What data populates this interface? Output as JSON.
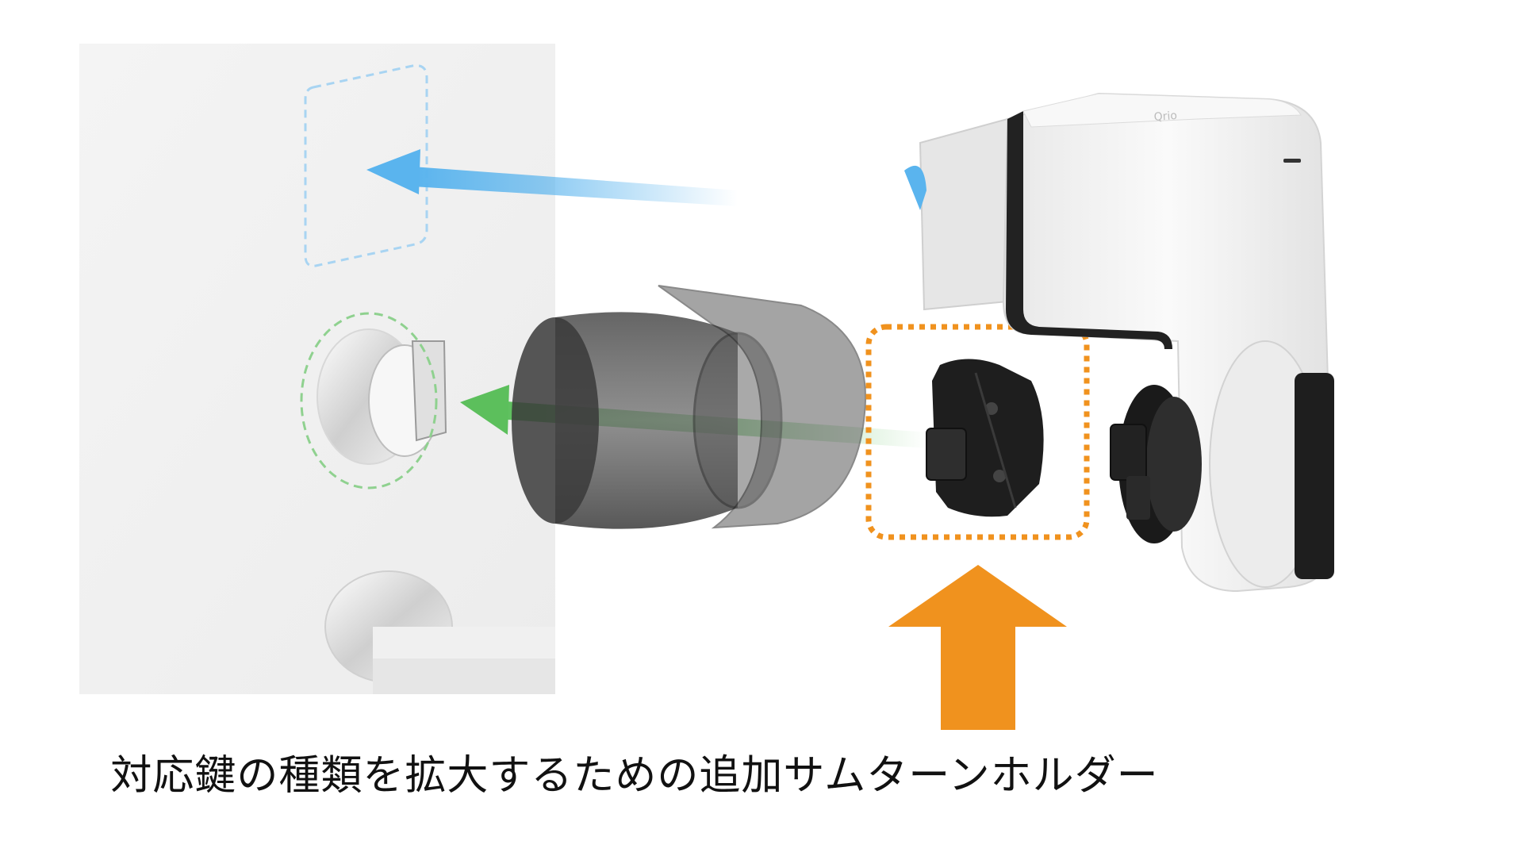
{
  "caption": "対応鍵の種類を拡大するための追加サムターンホルダー",
  "device": {
    "brand_label": "Qrio"
  },
  "colors": {
    "background": "#ffffff",
    "door_panel": "#f2f2f2",
    "blue_arrow": "#5ab4ee",
    "green_arrow": "#5cbf5c",
    "orange_highlight": "#f0921e",
    "device_body": "#f4f4f4",
    "device_dark": "#222222"
  },
  "icons": {
    "mount_arrow": "arrow-left-blue",
    "thumbturn_arrow": "arrow-left-green",
    "highlight_arrow": "arrow-up-orange"
  }
}
